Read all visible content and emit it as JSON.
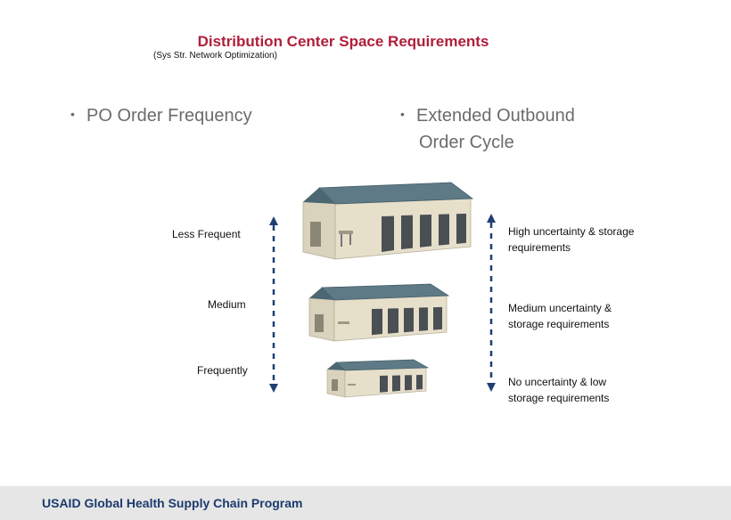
{
  "slide": {
    "title": "Distribution Center Space Requirements",
    "subtitle": "(Sys Str. Network Optimization)",
    "bullets": [
      {
        "marker": "•",
        "text": "PO Order Frequency"
      },
      {
        "marker": "•",
        "line1": "Extended Outbound",
        "line2": "Order Cycle"
      }
    ],
    "left_labels": [
      "Less Frequent",
      "Medium",
      "Frequently"
    ],
    "right_labels": [
      "High uncertainty & storage requirements",
      "Medium uncertainty & storage requirements",
      "No uncertainty & low storage requirements"
    ],
    "footer": "USAID Global Health Supply Chain Program"
  },
  "colors": {
    "title": "#b01e3a",
    "bullet_text": "#6b6b6b",
    "arrow": "#1f3f73",
    "footer_bg": "#e6e6e6",
    "footer_text": "#1c3a6e",
    "roof": "#5d7a86",
    "wall": "#e2dbc5"
  },
  "icons": {
    "warehouses": [
      "large-warehouse-icon",
      "medium-warehouse-icon",
      "small-warehouse-icon"
    ],
    "arrows": [
      "dashed-double-arrow-icon"
    ]
  }
}
